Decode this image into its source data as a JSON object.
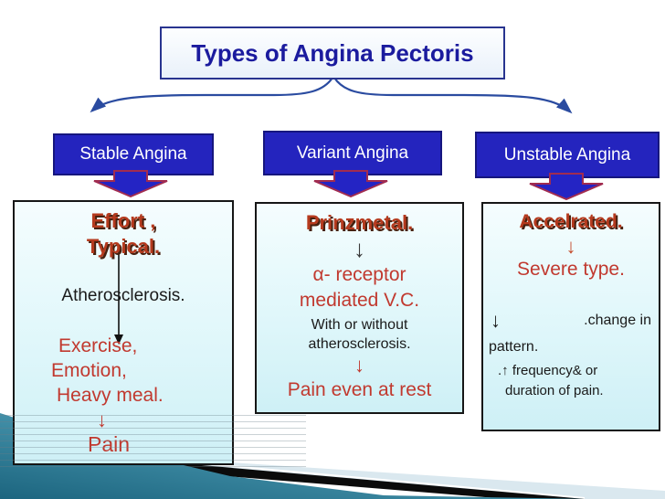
{
  "slide_title": "Types of Angina Pectoris",
  "headers": {
    "stable": "Stable Angina",
    "variant": "Variant Angina",
    "unstable": "Unstable Angina"
  },
  "stable_box": {
    "title_line1": "Effort ,",
    "title_line2": "Typical.",
    "cause": "Atherosclerosis.",
    "trigger1": "Exercise,",
    "trigger2": "Emotion,",
    "trigger3": "Heavy meal.",
    "down_arrow": "↓",
    "result": "Pain"
  },
  "variant_box": {
    "title": "Prinzmetal.",
    "arrow_top": "↓",
    "mechanism_line1": "α- receptor",
    "mechanism_line2": "mediated V.C.",
    "note_line1": "With or without",
    "note_line2": "atherosclerosis.",
    "arrow_bottom": "↓",
    "result": "Pain even at rest"
  },
  "unstable_box": {
    "title": "Accelrated.",
    "arrow_top": "↓",
    "severity": "Severe type.",
    "pattern_arrow": "↓",
    "pattern_line1": ".change in",
    "pattern_line2": "pattern.",
    "frequency_line1": ".↑ frequency& or",
    "frequency_line2": "duration of pain."
  },
  "colors": {
    "title_text": "#1B1B9E",
    "header_fill": "#2424BE",
    "header_text": "#FFFFFF",
    "big_arrow_fill": "#2424C4",
    "big_arrow_outline": "#A12C50",
    "connector_blue": "#2A4BA0",
    "brick_red": "#B53A1E",
    "crimson": "#C1392F",
    "body_black": "#1A1A1A",
    "box_background_top": "#F5FDFE",
    "box_background_bottom": "#CEF0F6",
    "teal_dark": "#1C657F",
    "teal_light": "#69BBD2"
  }
}
